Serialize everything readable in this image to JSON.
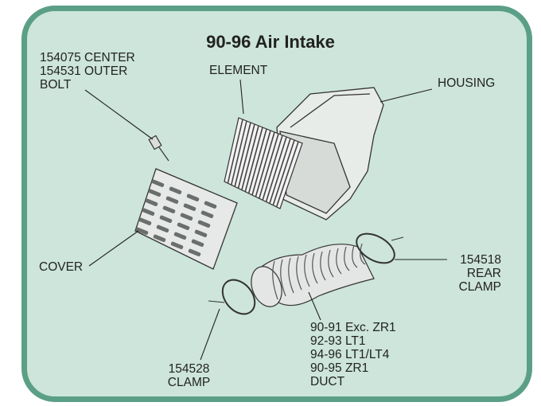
{
  "title": "90-96 Air Intake",
  "labels": {
    "bolt": [
      "154075 CENTER",
      "154531 OUTER",
      "BOLT"
    ],
    "element": [
      "ELEMENT"
    ],
    "housing": [
      "HOUSING"
    ],
    "cover": [
      "COVER"
    ],
    "rear_clamp": [
      "154518",
      "REAR",
      "CLAMP"
    ],
    "clamp": [
      "154528",
      "CLAMP"
    ],
    "duct": [
      "90-91 Exc. ZR1",
      "92-93 LT1",
      "94-96 LT1/LT4",
      "90-95 ZR1",
      "DUCT"
    ]
  },
  "colors": {
    "border": "#5b9f86",
    "background": "#cde5da"
  }
}
